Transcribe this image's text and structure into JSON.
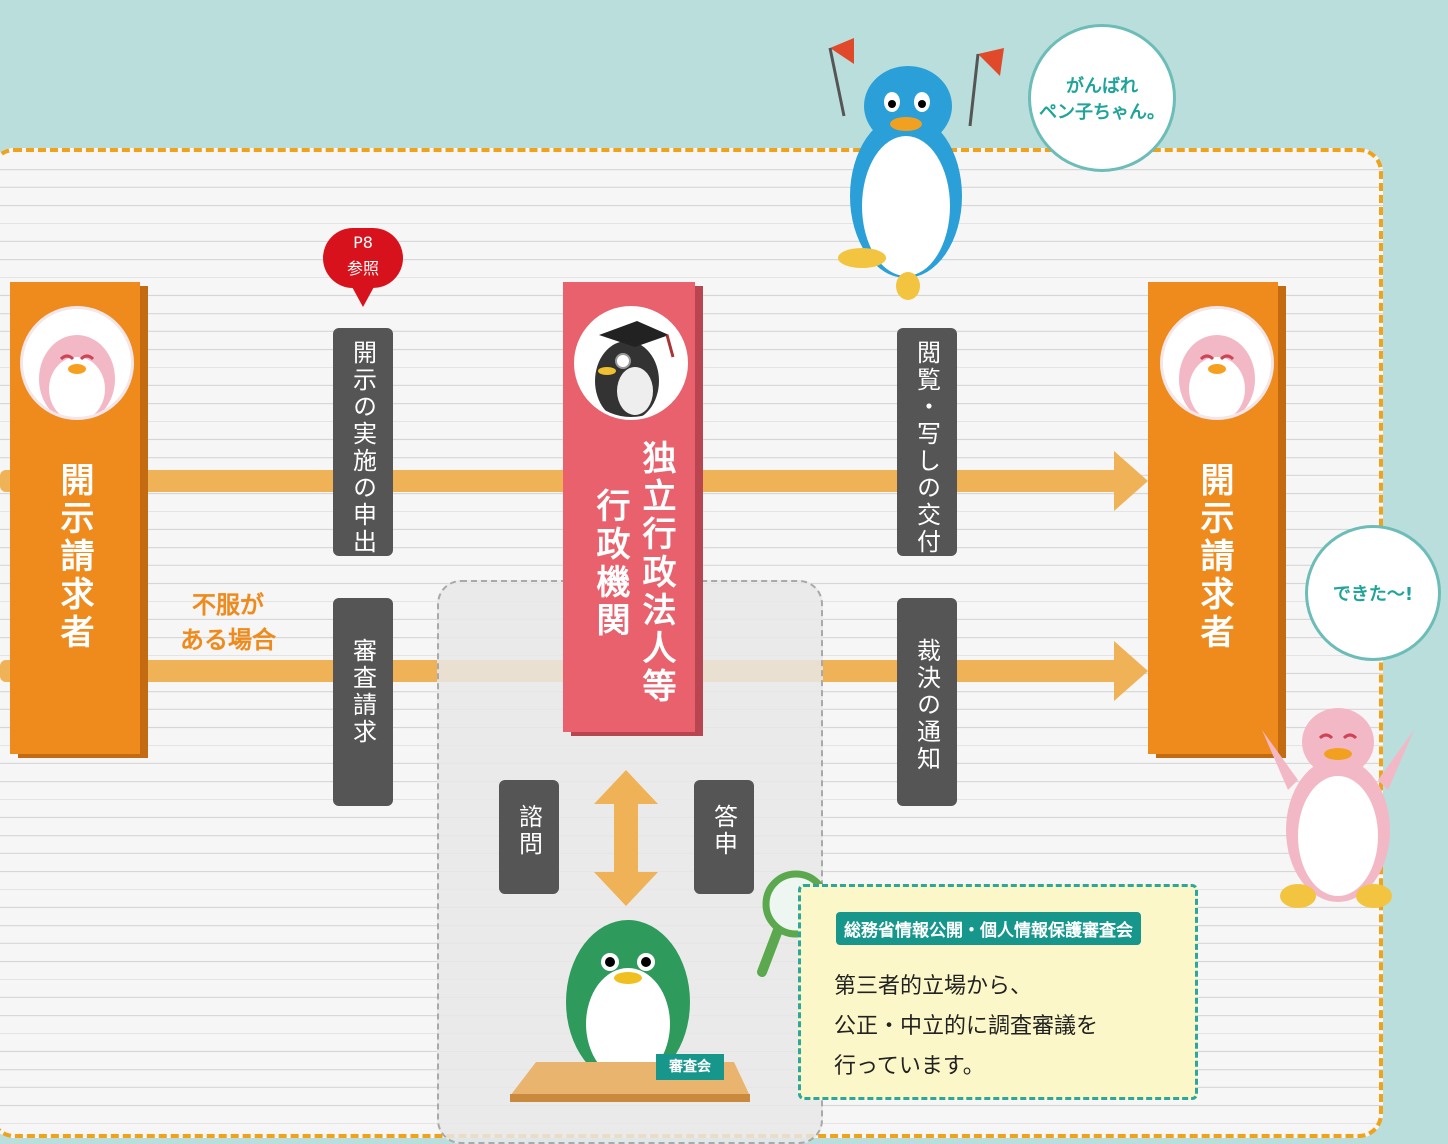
{
  "requester_left": {
    "label": "開示請求者"
  },
  "requester_right": {
    "label": "開示請求者"
  },
  "agency": {
    "line1": "独立行政法人等",
    "line2": "行政機関"
  },
  "steps": {
    "request_implementation": "開示の実施の申出",
    "review_request": "審査請求",
    "inspection_copy": "閲覧・写しの交付",
    "decision_notice": "裁決の通知",
    "inquiry": "諮問",
    "report": "答申"
  },
  "page_ref": {
    "page": "P8",
    "note": "参照"
  },
  "if_dissatisfied": {
    "line1": "不服が",
    "line2": "ある場合"
  },
  "bubbles": {
    "cheer_line1": "がんばれ",
    "cheer_line2": "ペン子ちゃん。",
    "done": "できた〜!"
  },
  "board": {
    "label": "審査会",
    "title": "総務省情報公開・個人情報保護審査会",
    "desc_line1": "第三者的立場から、",
    "desc_line2": "公正・中立的に調査審議を",
    "desc_line3": "行っています。"
  },
  "colors": {
    "orange": "#ef8a1c",
    "pink": "#e8616c",
    "teal": "#2ba79d",
    "arrow": "#efb257",
    "dark_tag": "#555555"
  }
}
